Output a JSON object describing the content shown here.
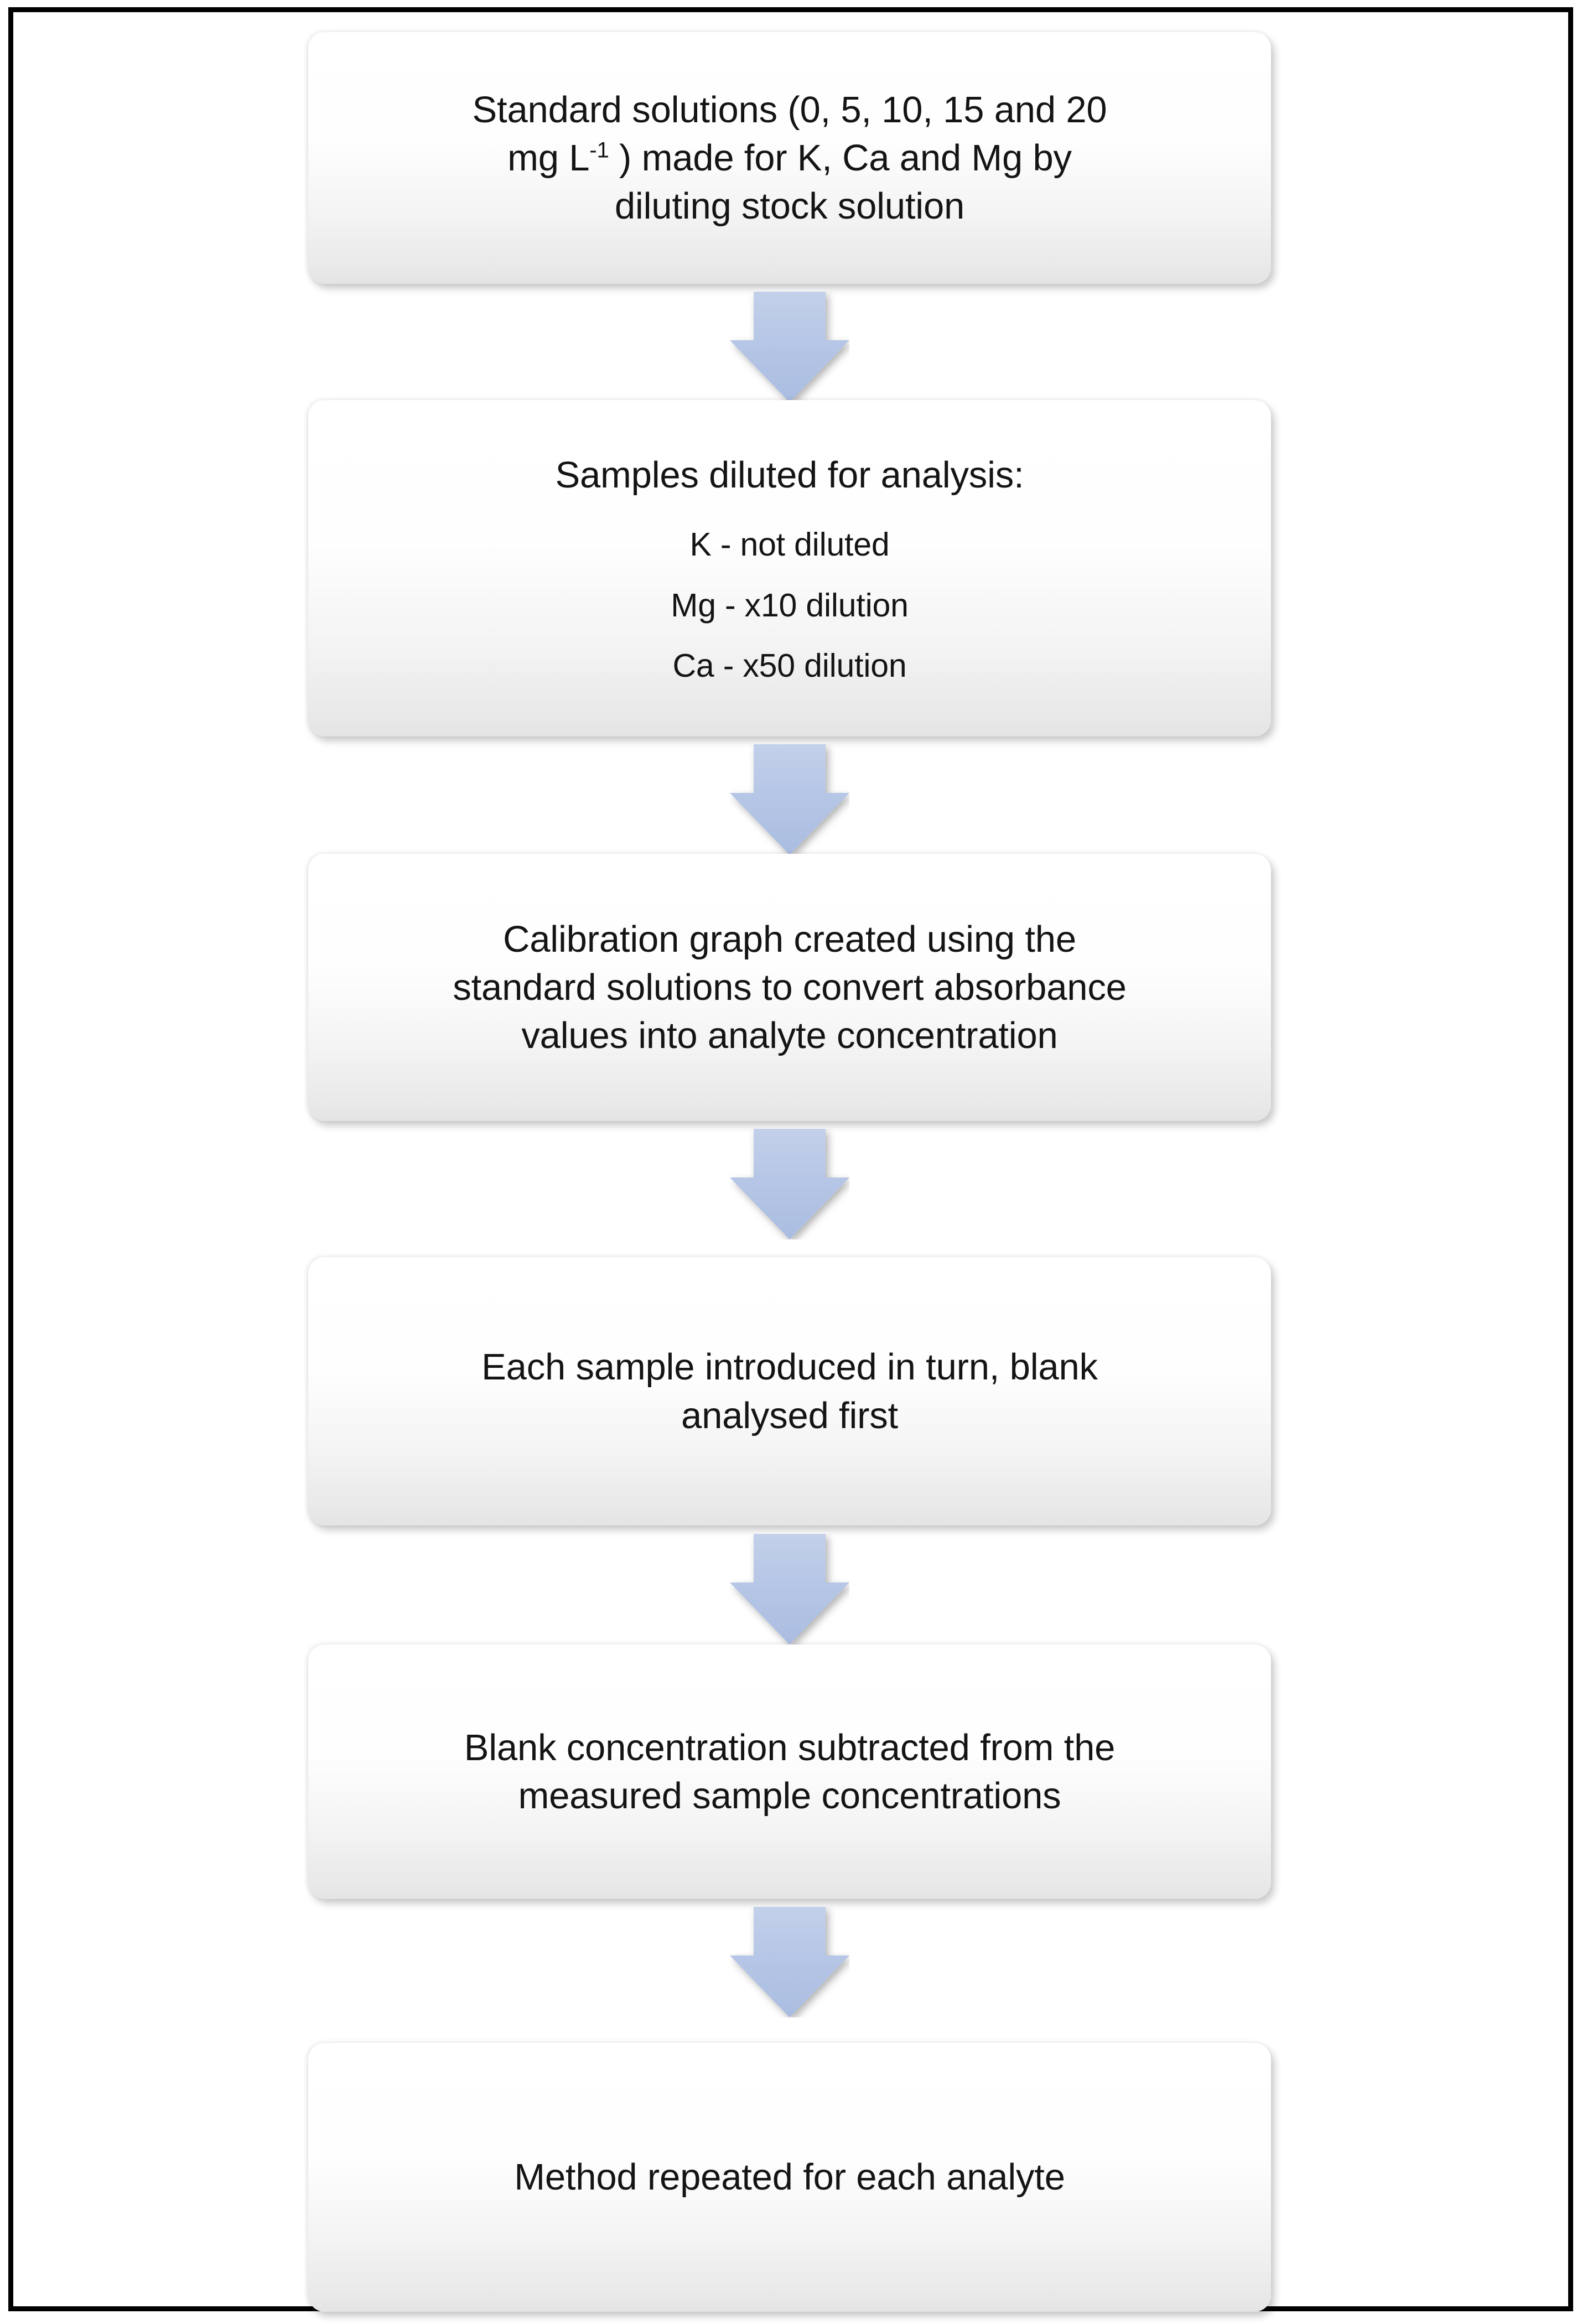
{
  "figure": {
    "type": "flowchart",
    "orientation": "top-to-bottom",
    "border_color": "#000000",
    "arrow_color": "#b2c4e4",
    "node_fill": "#ffffff",
    "text_color": "#141414"
  },
  "nodes": [
    {
      "id": "standard-solutions",
      "line1": "Standard solutions (0, 5, 10, 15 and 20",
      "line2_pre": "mg L",
      "line2_sup": "-1",
      "line2_post": " ) made for K, Ca and Mg by",
      "line3": "diluting stock solution"
    },
    {
      "id": "samples-diluted",
      "heading": "Samples diluted for analysis:",
      "items": [
        "K - not diluted",
        "Mg - x10 dilution",
        "Ca - x50 dilution"
      ]
    },
    {
      "id": "calibration-graph",
      "line1": "Calibration graph created using the",
      "line2": "standard solutions to convert absorbance",
      "line3": "values into analyte concentration"
    },
    {
      "id": "sample-introduction",
      "line1": "Each sample introduced in turn, blank",
      "line2": "analysed first"
    },
    {
      "id": "blank-subtraction",
      "line1": "Blank concentration  subtracted from the",
      "line2": "measured sample concentrations"
    },
    {
      "id": "method-repeated",
      "line1": "Method repeated for each analyte"
    }
  ],
  "arrows": [
    {
      "id": "arrow-1",
      "from": "standard-solutions",
      "to": "samples-diluted",
      "glyph": "down-arrow"
    },
    {
      "id": "arrow-2",
      "from": "samples-diluted",
      "to": "calibration-graph",
      "glyph": "down-arrow"
    },
    {
      "id": "arrow-3",
      "from": "calibration-graph",
      "to": "sample-introduction",
      "glyph": "down-arrow"
    },
    {
      "id": "arrow-4",
      "from": "sample-introduction",
      "to": "blank-subtraction",
      "glyph": "down-arrow"
    },
    {
      "id": "arrow-5",
      "from": "blank-subtraction",
      "to": "method-repeated",
      "glyph": "down-arrow"
    }
  ]
}
